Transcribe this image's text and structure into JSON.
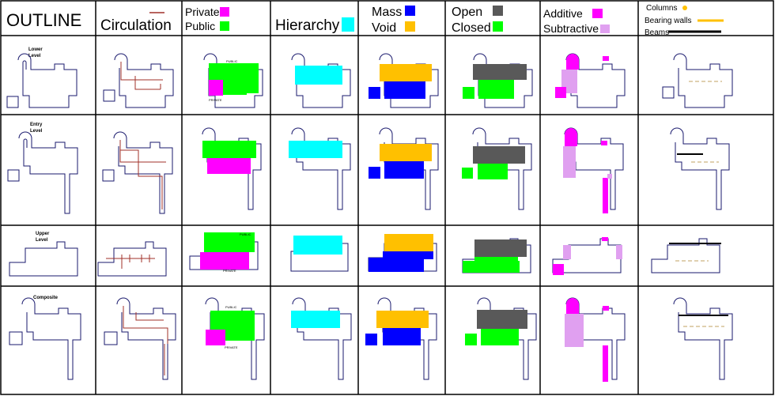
{
  "headers": {
    "outline": "OUTLINE",
    "circulation": "Circulation",
    "private": "Private",
    "public": "Public",
    "hierarchy": "Hierarchy",
    "mass": "Mass",
    "void": "Void",
    "open": "Open",
    "closed": "Closed",
    "additive": "Additive",
    "subtractive": "Subtractive",
    "columns": "Columns",
    "bearing_walls": "Bearing walls",
    "beams": "Beams"
  },
  "rows": [
    {
      "label_line1": "Lower",
      "label_line2": "Level"
    },
    {
      "label_line1": "Entry",
      "label_line2": "Level"
    },
    {
      "label_line1": "Upper",
      "label_line2": "Level"
    },
    {
      "label_line1": "Composite",
      "label_line2": ""
    }
  ],
  "plan_labels": {
    "public": "PUBLIC",
    "private": "PRIVATE"
  },
  "colors": {
    "outline": "#1a1a6e",
    "circulation": "#a0302a",
    "private": "#ff00ff",
    "public": "#00ff00",
    "hierarchy": "#00ffff",
    "mass": "#0000ff",
    "void": "#ffc000",
    "open": "#595959",
    "closed": "#00ff00",
    "additive": "#ff00ff",
    "subtractive": "#e0a0f0",
    "columns": "#ffc000",
    "bearing_walls": "#ffc000",
    "beams": "#000000",
    "grid": "#000000"
  }
}
